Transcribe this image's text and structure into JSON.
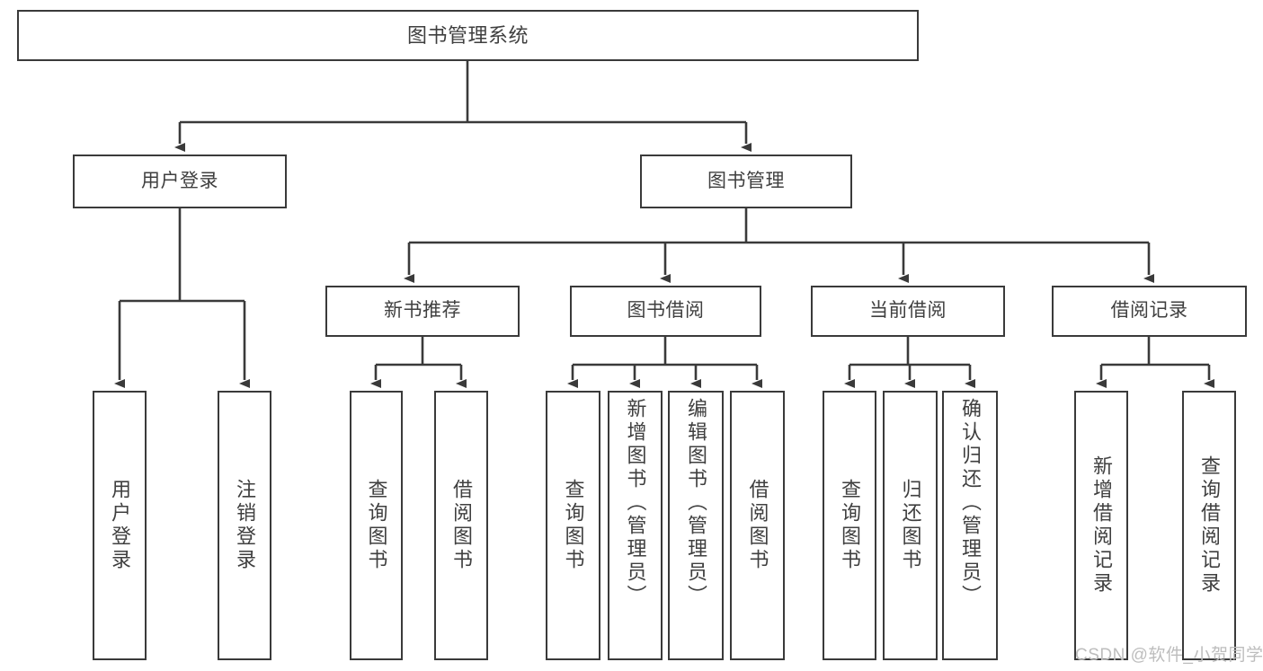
{
  "diagram": {
    "title": "图书管理系统",
    "type": "hierarchy-tree",
    "root": {
      "label": "图书管理系统"
    },
    "level1": [
      {
        "label": "用户登录"
      },
      {
        "label": "图书管理"
      }
    ],
    "level2": [
      {
        "label": "新书推荐",
        "parent": "图书管理"
      },
      {
        "label": "图书借阅",
        "parent": "图书管理"
      },
      {
        "label": "当前借阅",
        "parent": "图书管理"
      },
      {
        "label": "借阅记录",
        "parent": "图书管理"
      }
    ],
    "leaves": {
      "user_login": [
        {
          "label": "用户登录"
        },
        {
          "label": "注销登录"
        }
      ],
      "new_book_recommend": [
        {
          "label": "查询图书"
        },
        {
          "label": "借阅图书"
        }
      ],
      "book_borrow": [
        {
          "label": "查询图书"
        },
        {
          "label": "新增图书（管理员）"
        },
        {
          "label": "编辑图书（管理员）"
        },
        {
          "label": "借阅图书"
        }
      ],
      "current_borrow": [
        {
          "label": "查询图书"
        },
        {
          "label": "归还图书"
        },
        {
          "label": "确认归还（管理员）"
        }
      ],
      "borrow_record": [
        {
          "label": "新增借阅记录"
        },
        {
          "label": "查询借阅记录"
        }
      ]
    }
  },
  "watermark": {
    "text": "CSDN @软件_小贺同学"
  },
  "colors": {
    "stroke": "#3a3a3a",
    "text": "#3f3f3f",
    "background": "#ffffff",
    "watermark": "#bdbdbd"
  }
}
